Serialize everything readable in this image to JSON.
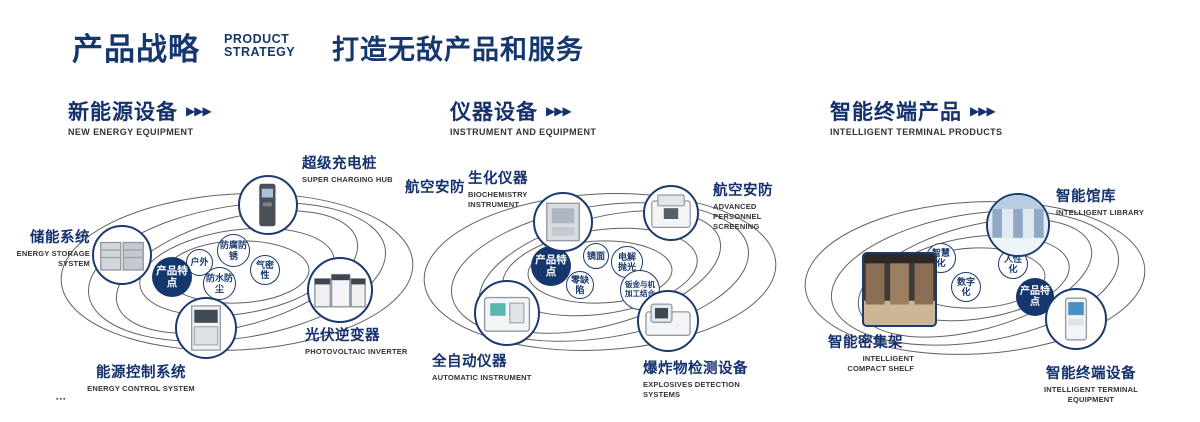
{
  "header": {
    "title_cn": "产品战略",
    "title_en_line1": "PRODUCT",
    "title_en_line2": "STRATEGY",
    "slogan": "打造无敌产品和服务"
  },
  "icons": {
    "triple_chevron": "▶▶▶",
    "footer_mark": "▪▪▪"
  },
  "colors": {
    "navy": "#16376d",
    "orbit_line": "#3c3c3c",
    "badge_bg": "#16376d"
  },
  "sections": [
    {
      "title_cn": "新能源设备",
      "title_en": "NEW ENERGY EQUIPMENT",
      "badge": "产品特点",
      "tags": [
        "户外",
        "防腐防锈",
        "气密性",
        "防水防尘"
      ],
      "products": [
        {
          "cn": "储能系统",
          "en": "ENERGY STORAGE SYSTEM"
        },
        {
          "cn": "超级充电桩",
          "en": "SUPER CHARGING HUB"
        },
        {
          "cn": "光伏逆变器",
          "en": "PHOTOVOLTAIC INVERTER"
        },
        {
          "cn": "能源控制系统",
          "en": "ENERGY CONTROL SYSTEM"
        }
      ]
    },
    {
      "title_cn": "仪器设备",
      "title_en": "INSTRUMENT AND EQUIPMENT",
      "badge": "产品特点",
      "side_label": "航空安防",
      "tags": [
        "镜面",
        "电解抛光",
        "零缺陷",
        "钣金与机加工结合"
      ],
      "products": [
        {
          "cn": "生化仪器",
          "en": "BIOCHEMISTRY INSTRUMENT"
        },
        {
          "cn": "航空安防",
          "en": "ADVANCED PERSONNEL SCREENING"
        },
        {
          "cn": "全自动仪器",
          "en": "AUTOMATIC INSTRUMENT"
        },
        {
          "cn": "爆炸物检测设备",
          "en": "EXPLOSIVES DETECTION SYSTEMS"
        }
      ]
    },
    {
      "title_cn": "智能终端产品",
      "title_en": "INTELLIGENT TERMINAL PRODUCTS",
      "badge": "产品特点",
      "tags": [
        "智慧化",
        "人性化",
        "数字化"
      ],
      "products": [
        {
          "cn": "智能馆库",
          "en": "INTELLIGENT LIBRARY"
        },
        {
          "cn": "智能密集架",
          "en": "INTELLIGENT COMPACT SHELF"
        },
        {
          "cn": "智能终端设备",
          "en": "INTELLIGENT TERMINAL EQUIPMENT"
        }
      ]
    }
  ]
}
